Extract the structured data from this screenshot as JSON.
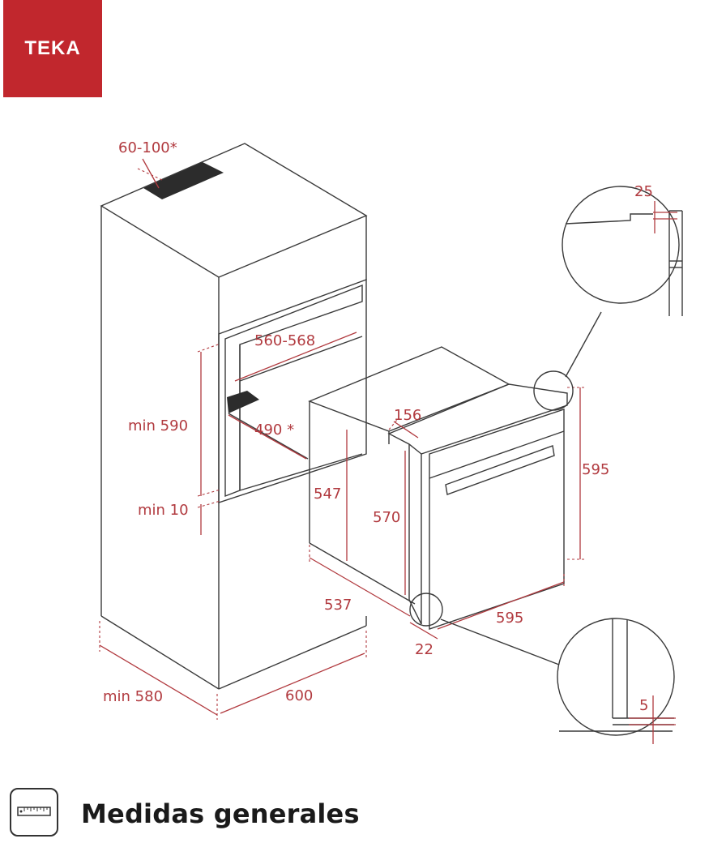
{
  "brand": {
    "name": "TEKA",
    "color": "#c1272d"
  },
  "dimension_color": "#b13a3f",
  "dimensions": {
    "vent": "60-100*",
    "niche_width": "560-568",
    "niche_depth": "490 *",
    "niche_height": "min 590",
    "bottom_gap": "min 10",
    "cabinet_depth": "min 580",
    "cabinet_width": "600",
    "oven_body_height": "547",
    "oven_front_height": "570",
    "oven_total_height": "595",
    "oven_front_offset": "156",
    "oven_depth": "537",
    "oven_width": "595",
    "door_gap": "22",
    "detail_top": "25",
    "detail_bottom": "5"
  },
  "footer": {
    "icon": "ruler-icon",
    "title": "Medidas generales"
  }
}
